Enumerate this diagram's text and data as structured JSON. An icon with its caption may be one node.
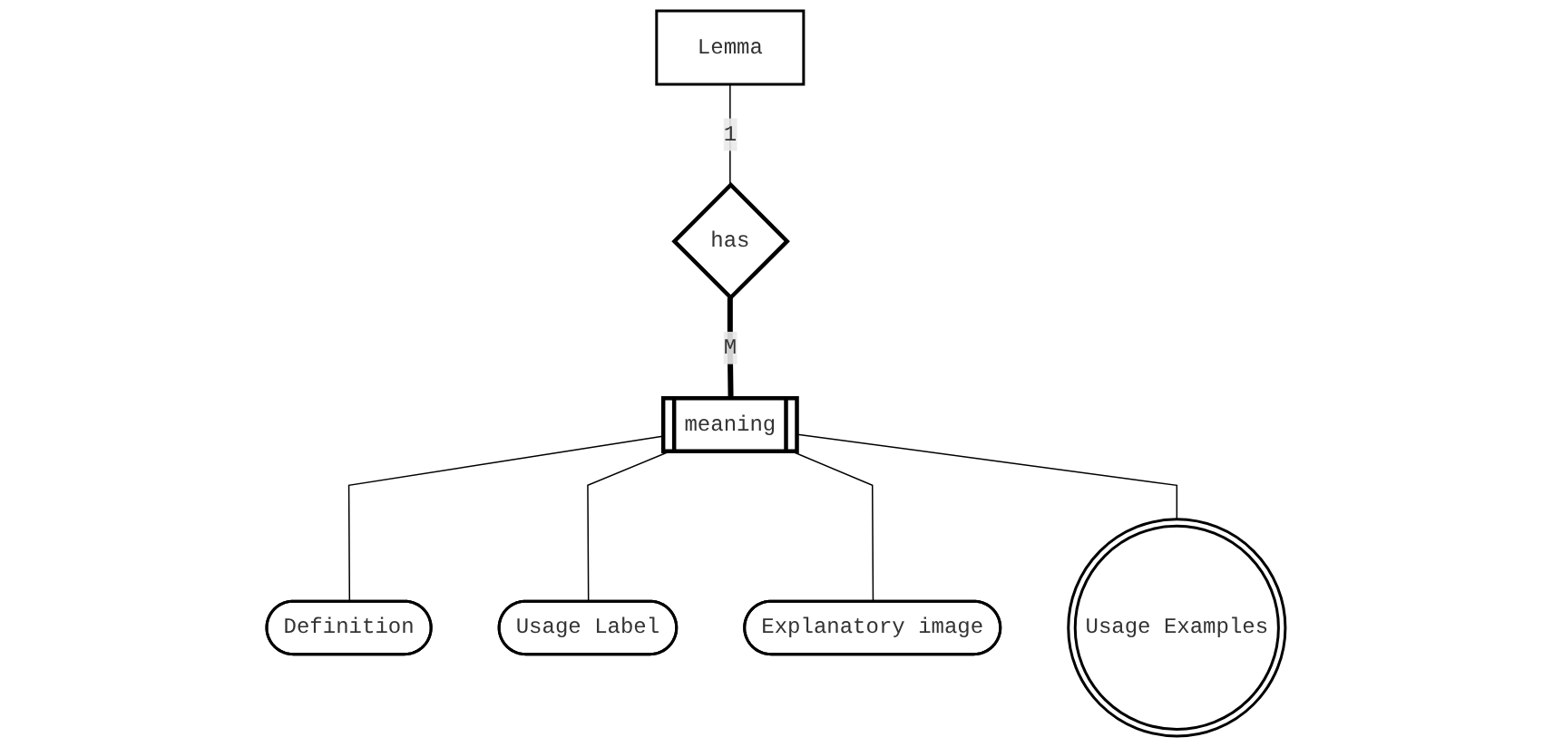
{
  "diagram": {
    "nodes": [
      {
        "text": [
          "has"
        ]
      },
      {
        "text": [
          "Lemma"
        ]
      },
      {
        "text": [
          "meaning"
        ]
      },
      {
        "text": [
          "Usage Examples"
        ]
      },
      {
        "text": [
          "Definition"
        ]
      },
      {
        "text": [
          "Explanatory image"
        ]
      },
      {
        "text": [
          "Usage Label"
        ]
      }
    ],
    "edges": [
      {
        "from": 0,
        "to": 2,
        "arrow": "none",
        "label": "M",
        "style": "thick"
      },
      {
        "from": 1,
        "to": 0,
        "arrow": "none",
        "label": "1"
      },
      {
        "from": 2,
        "to": 4,
        "arrow": "none"
      },
      {
        "from": 2,
        "to": 6,
        "arrow": "none"
      },
      {
        "from": 2,
        "to": 5,
        "arrow": "none"
      },
      {
        "from": 2,
        "to": 3,
        "arrow": "none"
      }
    ]
  }
}
